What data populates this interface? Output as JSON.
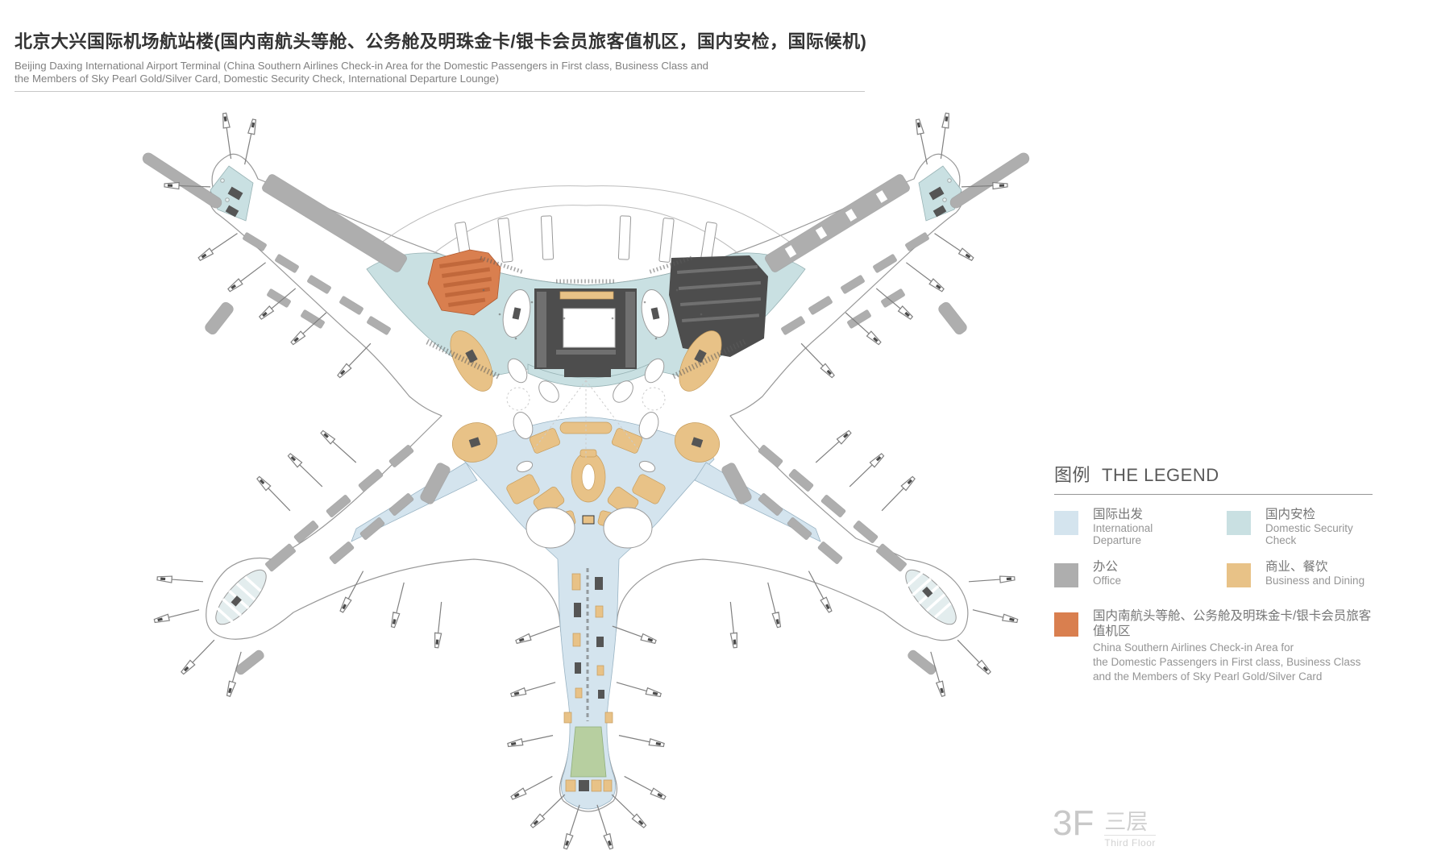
{
  "header": {
    "title": "北京大兴国际机场航站楼(国内南航头等舱、公务舱及明珠金卡/银卡会员旅客值机区，国内安检，国际候机)",
    "subtitle_line1": "Beijing Daxing International Airport Terminal (China Southern Airlines Check-in Area for the Domestic Passengers in First class, Business Class and",
    "subtitle_line2": "the Members of Sky Pearl Gold/Silver Card, Domestic Security Check, International Departure Lounge)"
  },
  "legend": {
    "title_cn": "图例",
    "title_en": "THE LEGEND",
    "items": [
      {
        "id": "international",
        "cn": "国际出发",
        "en_lines": [
          "International",
          "Departure"
        ]
      },
      {
        "id": "security",
        "cn": "国内安检",
        "en_lines": [
          "Domestic Security",
          "Check"
        ]
      },
      {
        "id": "office",
        "cn": "办公",
        "en_lines": [
          "Office"
        ]
      },
      {
        "id": "dining",
        "cn": "商业、餐饮",
        "en_lines": [
          "Business and Dining"
        ]
      },
      {
        "id": "china_southern",
        "cn_lines": [
          "国内南航头等舱、公务舱及明珠金卡/银卡会员旅客",
          "值机区"
        ],
        "en_lines": [
          "China Southern Airlines Check-in Area for",
          "the Domestic Passengers in First class, Business Class",
          "and the Members of Sky Pearl Gold/Silver Card"
        ]
      }
    ]
  },
  "floor_indicator": {
    "code": "3F",
    "name_cn": "三层",
    "name_en": "Third Floor"
  },
  "colors": {
    "international": "#d4e4ee",
    "security": "#c9e0e2",
    "office": "#aeaeae",
    "dining": "#e8c287",
    "china_southern": "#d97f4f",
    "dark_structure": "#4d4d4d",
    "garden_green": "#b7cfa0",
    "outline": "#999999"
  }
}
